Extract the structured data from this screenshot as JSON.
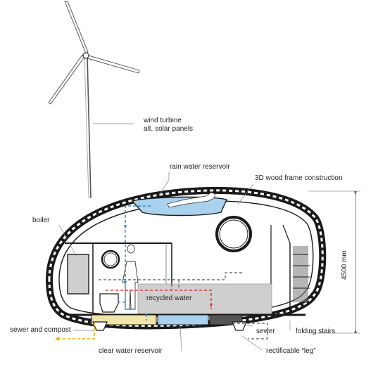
{
  "labels": {
    "wind_turbine": "wind turbine",
    "alt_solar": "alt. solar panels",
    "rain_water": "rain water reservoir",
    "wood_frame": "3D wood frame construction",
    "boiler": "boiler",
    "height": "4500 mm",
    "recycled_water": "recycled water",
    "sewer_compost": "sewer and compost",
    "sewer": "sewer",
    "folding_stairs": "folding stairs",
    "clear_water": "clear water reservoir",
    "leg": "rectificable “leg”"
  },
  "colors": {
    "clean_water": "#3a8fd6",
    "recycled": "#d9402b",
    "sewage": "#e8b81e",
    "reservoir_fill": "#a9d2ef",
    "shell": "#1a1a1a"
  }
}
